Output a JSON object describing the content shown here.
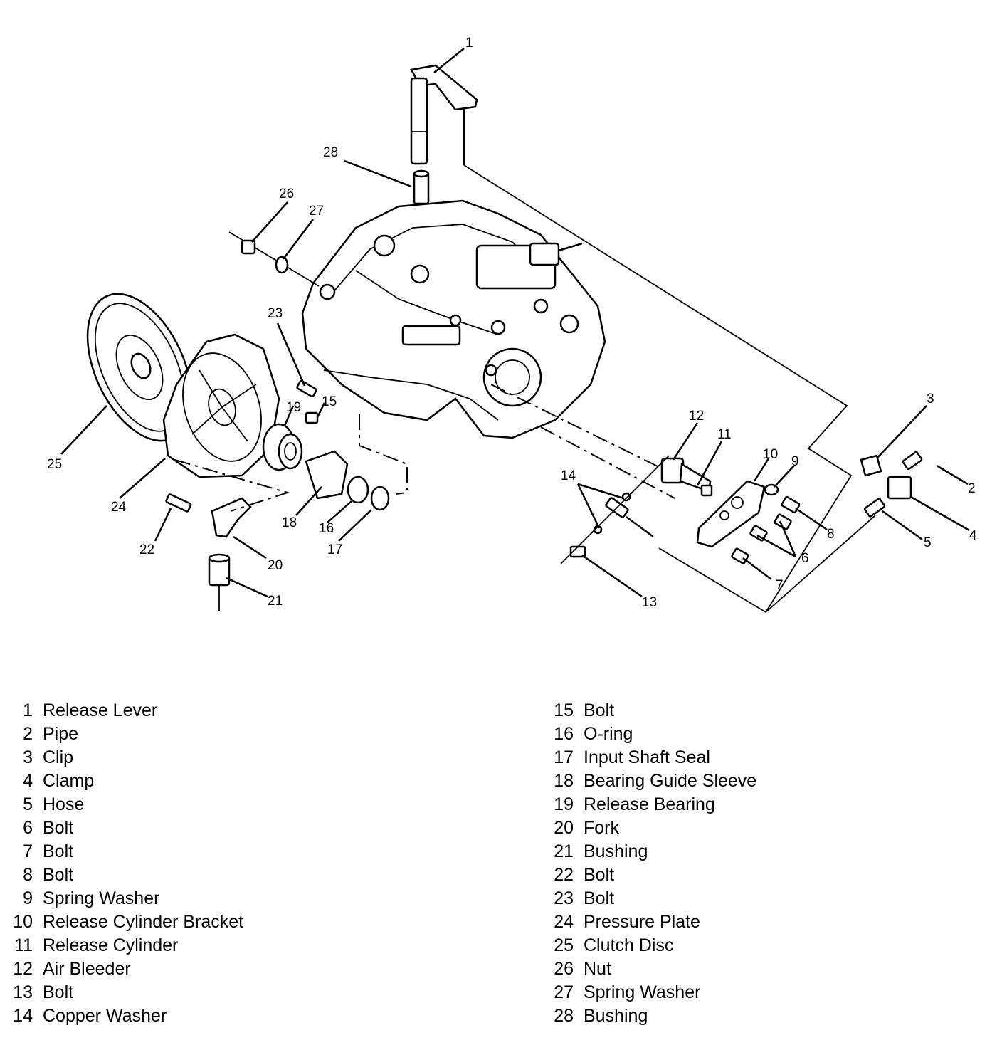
{
  "callouts": [
    "1",
    "2",
    "3",
    "4",
    "5",
    "6",
    "7",
    "8",
    "9",
    "10",
    "11",
    "12",
    "13",
    "14",
    "15",
    "16",
    "17",
    "18",
    "19",
    "20",
    "21",
    "22",
    "23",
    "24",
    "25",
    "26",
    "27",
    "28"
  ],
  "legend": {
    "left": [
      {
        "num": "1",
        "name": "Release Lever"
      },
      {
        "num": "2",
        "name": "Pipe"
      },
      {
        "num": "3",
        "name": "Clip"
      },
      {
        "num": "4",
        "name": "Clamp"
      },
      {
        "num": "5",
        "name": "Hose"
      },
      {
        "num": "6",
        "name": "Bolt"
      },
      {
        "num": "7",
        "name": "Bolt"
      },
      {
        "num": "8",
        "name": "Bolt"
      },
      {
        "num": "9",
        "name": "Spring Washer"
      },
      {
        "num": "10",
        "name": "Release Cylinder Bracket"
      },
      {
        "num": "11",
        "name": "Release Cylinder"
      },
      {
        "num": "12",
        "name": "Air Bleeder"
      },
      {
        "num": "13",
        "name": "Bolt"
      },
      {
        "num": "14",
        "name": "Copper Washer"
      }
    ],
    "right": [
      {
        "num": "15",
        "name": "Bolt"
      },
      {
        "num": "16",
        "name": "O-ring"
      },
      {
        "num": "17",
        "name": "Input Shaft Seal"
      },
      {
        "num": "18",
        "name": "Bearing Guide Sleeve"
      },
      {
        "num": "19",
        "name": "Release Bearing"
      },
      {
        "num": "20",
        "name": "Fork"
      },
      {
        "num": "21",
        "name": "Bushing"
      },
      {
        "num": "22",
        "name": "Bolt"
      },
      {
        "num": "23",
        "name": "Bolt"
      },
      {
        "num": "24",
        "name": "Pressure Plate"
      },
      {
        "num": "25",
        "name": "Clutch Disc"
      },
      {
        "num": "26",
        "name": "Nut"
      },
      {
        "num": "27",
        "name": "Spring Washer"
      },
      {
        "num": "28",
        "name": "Bushing"
      }
    ]
  }
}
